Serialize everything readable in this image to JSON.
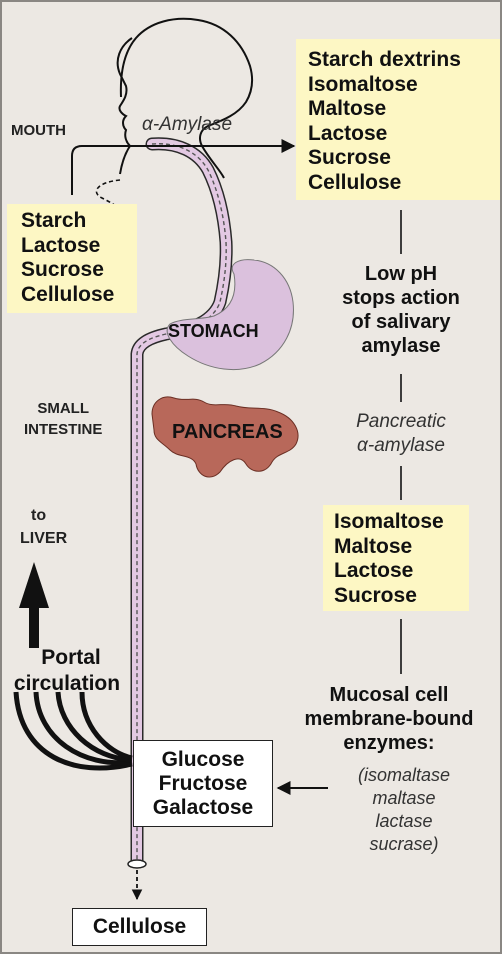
{
  "labels": {
    "mouth": "MOUTH",
    "alpha_amylase": "α-Amylase",
    "stomach": "STOMACH",
    "small_intestine": [
      "SMALL",
      "INTESTINE"
    ],
    "pancreas": "PANCREAS",
    "to_liver": [
      "to",
      "LIVER"
    ],
    "portal_circulation": [
      "Portal",
      "circulation"
    ]
  },
  "input_box": [
    "Starch",
    "Lactose",
    "Sucrose",
    "Cellulose"
  ],
  "mouth_products_box": [
    "Starch dextrins",
    "Isomaltose",
    "Maltose",
    "Lactose",
    "Sucrose",
    "Cellulose"
  ],
  "low_ph_note": [
    "Low pH",
    "stops action",
    "of salivary",
    "amylase"
  ],
  "pancreatic_enzyme": [
    "Pancreatic",
    "α-amylase"
  ],
  "intestine_products_box": [
    "Isomaltose",
    "Maltose",
    "Lactose",
    "Sucrose"
  ],
  "mucosal_enzymes": {
    "heading": [
      "Mucosal cell",
      "membrane-bound",
      "enzymes:"
    ],
    "list": [
      "(isomaltase",
      "maltase",
      "lactase",
      "sucrase)"
    ]
  },
  "absorbed_box": [
    "Glucose",
    "Fructose",
    "Galactose"
  ],
  "excreted_box": "Cellulose",
  "colors": {
    "background": "#ece8e3",
    "highlight_box": "#fdf7c4",
    "tract": "#e3c9e3",
    "stomach": "#dbc1dd",
    "pancreas": "#b8685a"
  }
}
